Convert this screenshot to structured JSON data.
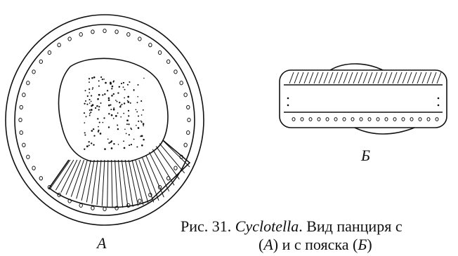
{
  "figure": {
    "label_a": "А",
    "label_b": "Б"
  },
  "caption": {
    "prefix": "Рис. 31.",
    "genus": "Cyclotella",
    "text_line1": ". Вид панциря с",
    "line2_pre": "(",
    "line2_a": "А",
    "line2_mid": ") и с пояска (",
    "line2_b": "Б",
    "line2_post": ")"
  }
}
